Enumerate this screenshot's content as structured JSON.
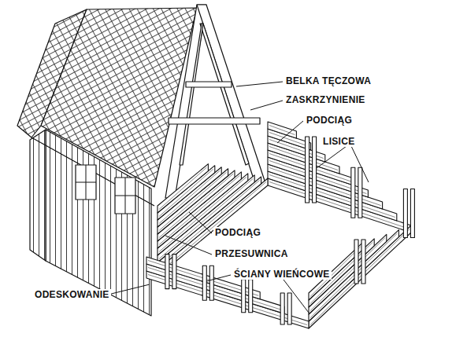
{
  "diagram": {
    "labels": [
      "BELKA TĘCZOWA",
      "ZASKRZYNIENIE",
      "PODCIĄG",
      "LISICE",
      "PODCIĄG",
      "PRZESUWNICA",
      "ŚCIANY WIEŃCOWE",
      "ODESKOWANIE"
    ]
  }
}
